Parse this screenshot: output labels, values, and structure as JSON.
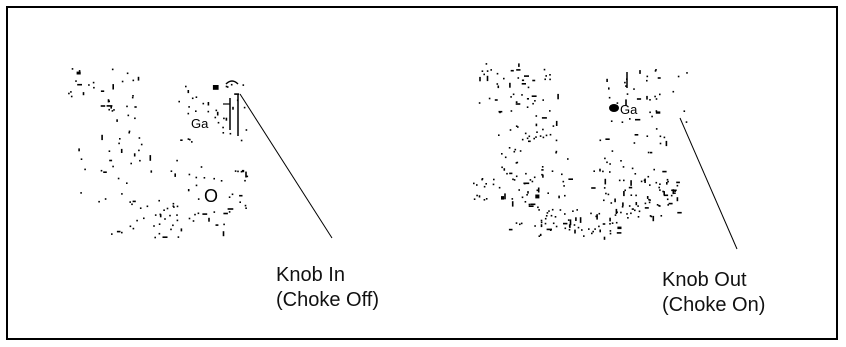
{
  "colors": {
    "ink": "#000000",
    "background": "#ffffff"
  },
  "callouts": {
    "knob_in": {
      "line1": "Knob In",
      "line2": "(Choke Off)"
    },
    "knob_out": {
      "line1": "Knob Out",
      "line2": "(Choke On)"
    }
  }
}
